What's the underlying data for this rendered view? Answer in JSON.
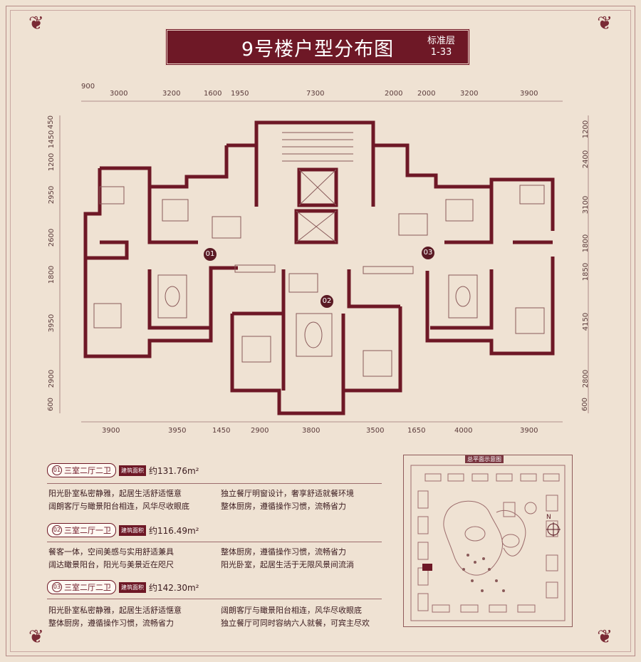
{
  "title": "9号楼户型分布图",
  "subtitle": [
    "标准层",
    "1-33"
  ],
  "dims_top": [
    "900",
    "3000",
    "3200",
    "1600",
    "1950",
    "7300",
    "2000",
    "2000",
    "3200",
    "3900"
  ],
  "dims_bottom": [
    "3900",
    "3950",
    "1450",
    "2900",
    "3800",
    "3500",
    "1650",
    "4000",
    "3900"
  ],
  "dims_left": [
    "450",
    "1450",
    "1200",
    "2950",
    "2600",
    "1800",
    "3950",
    "2900",
    "600"
  ],
  "dims_right": [
    "1200",
    "2400",
    "3100",
    "1800",
    "1850",
    "4150",
    "2800",
    "600"
  ],
  "unit_marks": [
    "01",
    "02",
    "03"
  ],
  "units": [
    {
      "num": "01",
      "name": "三室二厅二卫",
      "area_tag": "建筑面积",
      "area": "约131.76m²",
      "bullets": [
        "阳光卧室私密静雅，起居生活舒适惬意",
        "独立餐厅明窗设计，奢享舒适就餐环境",
        "阔朗客厅与瞰景阳台相连，风华尽收眼底",
        "整体厨房，遵循操作习惯，流畅省力"
      ]
    },
    {
      "num": "02",
      "name": "三室二厅一卫",
      "area_tag": "建筑面积",
      "area": "约116.49m²",
      "bullets": [
        "餐客一体，空间美感与实用舒适兼具",
        "整体厨房，遵循操作习惯，流畅省力",
        "阔达瞰景阳台，阳光与美景近在咫尺",
        "阳光卧室，起居生活于无限风景间流淌"
      ]
    },
    {
      "num": "03",
      "name": "三室二厅二卫",
      "area_tag": "建筑面积",
      "area": "约142.30m²",
      "bullets": [
        "阳光卧室私密静雅，起居生活舒适惬意",
        "阔朗客厅与瞰景阳台相连，风华尽收眼底",
        "整体厨房，遵循操作习惯，流畅省力",
        "独立餐厅可同时容纳六人就餐，可宾主尽欢"
      ]
    }
  ],
  "site_map": {
    "title": "总平面示意图",
    "compass": "N"
  }
}
